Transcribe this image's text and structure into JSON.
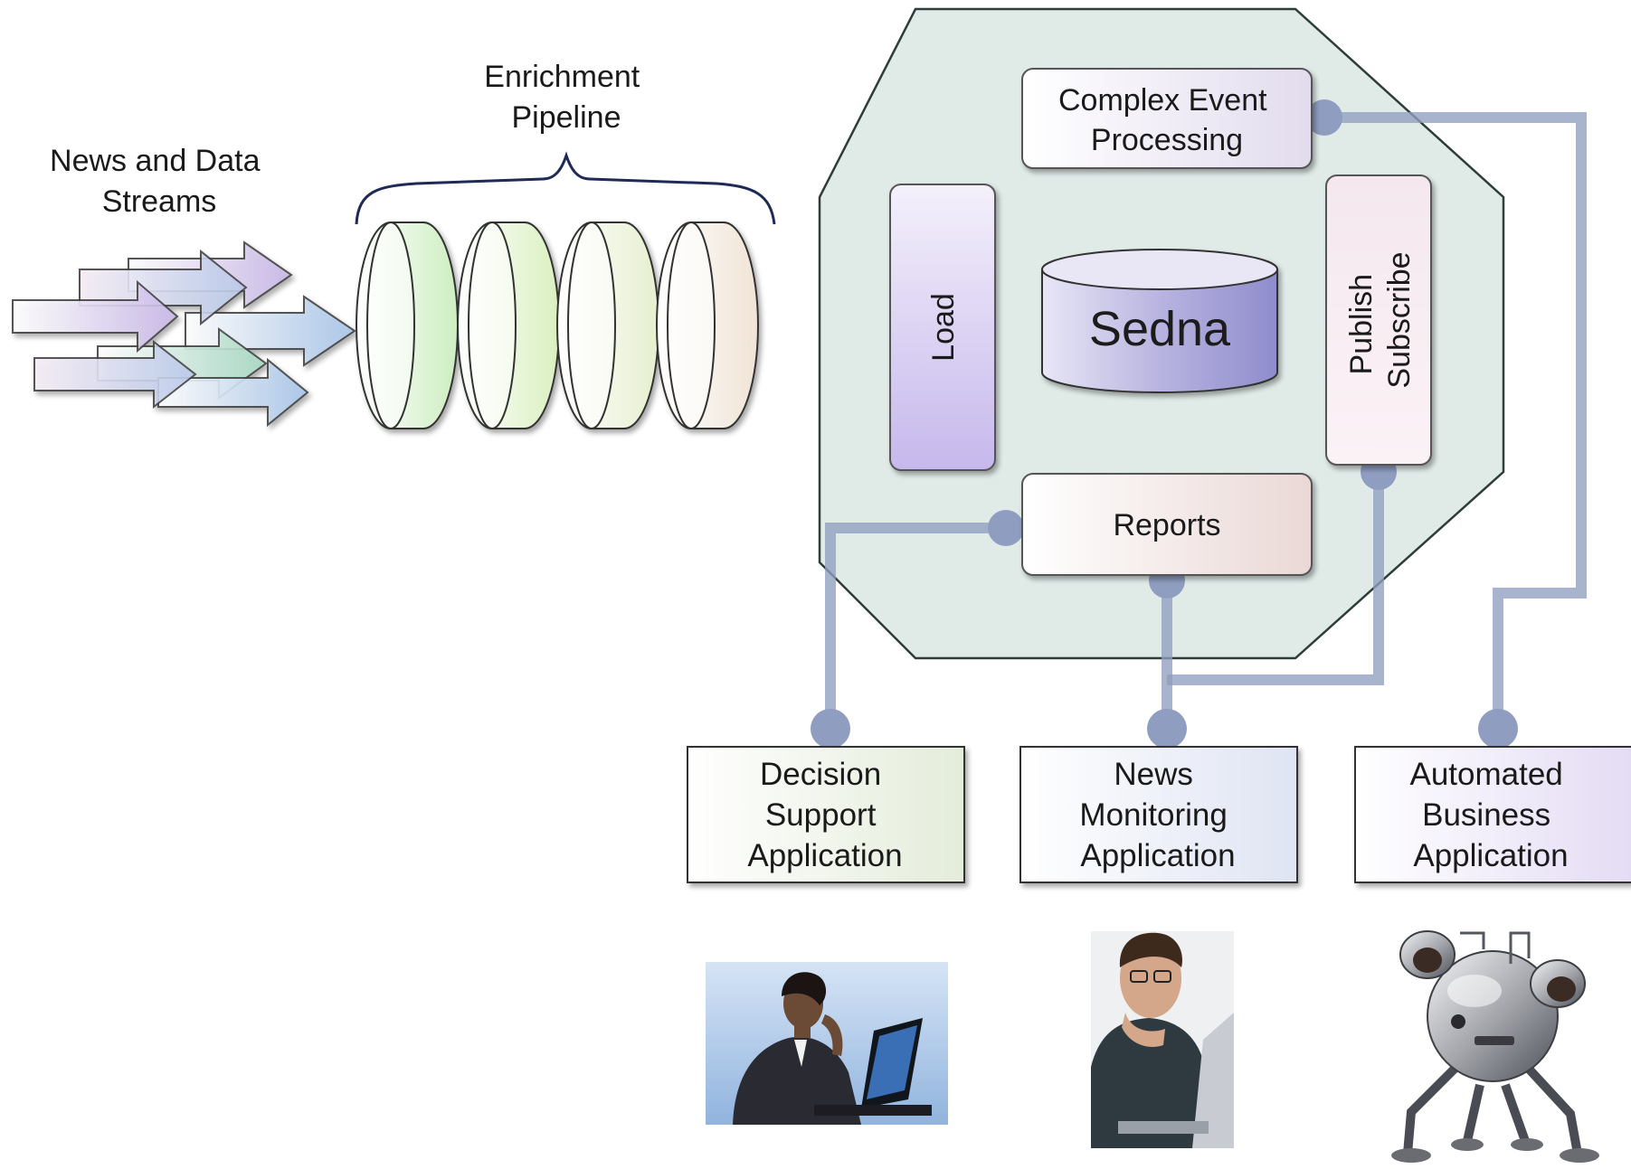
{
  "inputs": {
    "label_lines": [
      "News and Data",
      "Streams"
    ]
  },
  "pipeline": {
    "label_lines": [
      "Enrichment",
      "Pipeline"
    ]
  },
  "hub": {
    "cep_lines": [
      "Complex Event",
      "Processing"
    ],
    "load_label": "Load",
    "database_label": "Sedna",
    "pubsub_lines": [
      "Publish",
      "Subscribe"
    ],
    "reports_label": "Reports"
  },
  "applications": [
    {
      "lines": [
        "Decision",
        "Support",
        "Application"
      ],
      "picture": "woman-at-laptop"
    },
    {
      "lines": [
        "News",
        "Monitoring",
        "Application"
      ],
      "picture": "man-at-computer"
    },
    {
      "lines": [
        "Automated",
        "Business",
        "Application"
      ],
      "picture": "robot"
    }
  ],
  "colors": {
    "hub_fill": "#dbe8e4",
    "hub_stroke": "#2f3d3a",
    "connector": "#8f9dc0",
    "text": "#1a1a1a"
  }
}
